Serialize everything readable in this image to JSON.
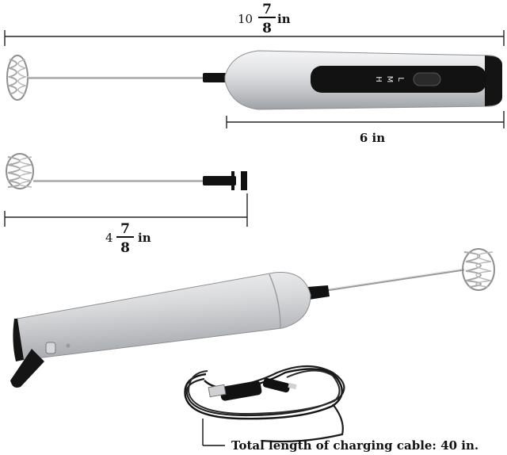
{
  "dimensions": {
    "total_length": {
      "whole": "10",
      "numerator": "7",
      "denominator": "8",
      "unit": "in"
    },
    "handle_length": {
      "value": "6 in"
    },
    "whisk_length": {
      "whole": "4",
      "numerator": "7",
      "denominator": "8",
      "unit": "in"
    }
  },
  "handle_markings": {
    "low": "L",
    "mid": "M",
    "high": "H"
  },
  "cable_caption": "Total length of charging cable: 40 in.",
  "colors": {
    "body": "#d9dadc",
    "dark": "#111111",
    "wire": "#9a9a9a"
  }
}
